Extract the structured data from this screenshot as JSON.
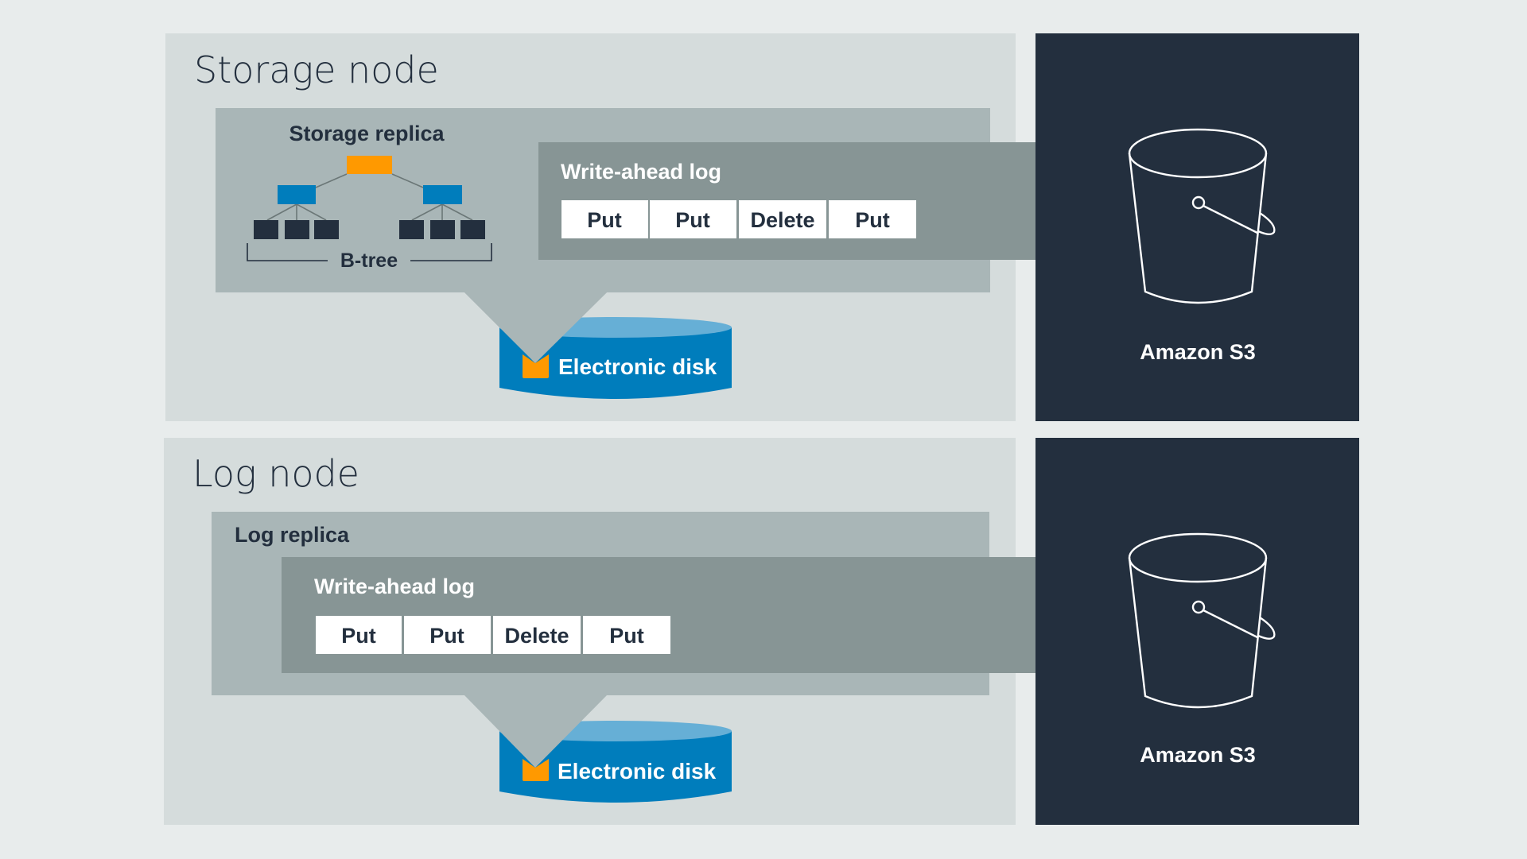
{
  "colors": {
    "background": "#e8ecec",
    "node_panel": "#d5dcdc",
    "replica_panel": "#a9b6b7",
    "wal_band": "#879595",
    "s3_panel": "#232f3e",
    "orange": "#ff9900",
    "blue": "#007dbc",
    "disk_top": "#66afd6",
    "dark_text": "#232f3e",
    "white": "#ffffff"
  },
  "storage_node": {
    "title": "Storage node",
    "replica_title": "Storage replica",
    "btree_label": "B-tree",
    "wal": {
      "title": "Write-ahead log",
      "ops": [
        "Put",
        "Put",
        "Delete",
        "Put"
      ]
    },
    "disk_label": "Electronic disk",
    "s3_label": "Amazon S3",
    "s3_icon": "bucket-icon"
  },
  "log_node": {
    "title": "Log node",
    "replica_title": "Log replica",
    "wal": {
      "title": "Write-ahead log",
      "ops": [
        "Put",
        "Put",
        "Delete",
        "Put"
      ]
    },
    "disk_label": "Electronic disk",
    "s3_label": "Amazon S3",
    "s3_icon": "bucket-icon"
  }
}
